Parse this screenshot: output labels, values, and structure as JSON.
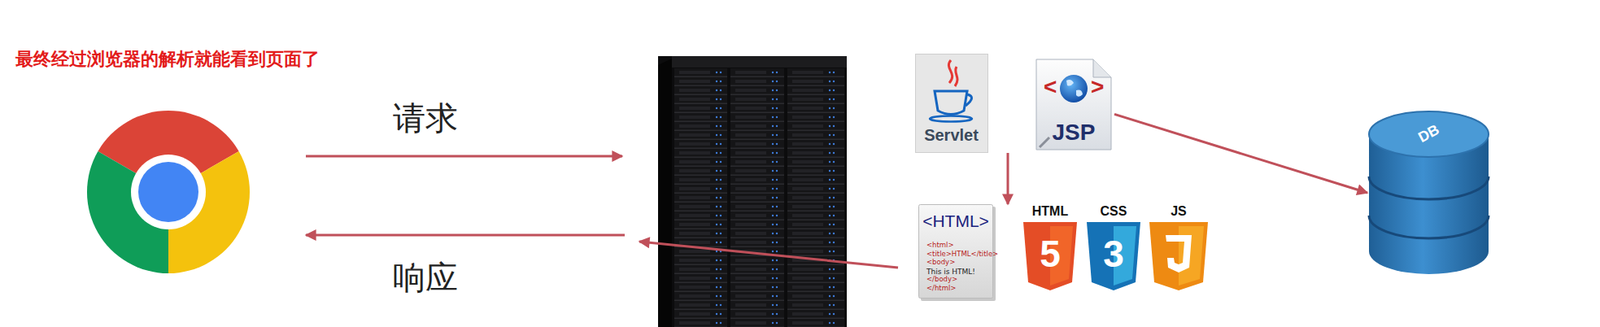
{
  "diagram": {
    "nodes": [
      {
        "text": [
          "Servlet"
        ]
      },
      {
        "text": [
          "<",
          ">",
          "JSP"
        ]
      },
      {
        "text": [
          "<HTML>",
          "<html>",
          "<title>HTML</title>",
          "<body>",
          "This is HTML!",
          "</body>",
          "</html>"
        ]
      },
      {
        "text": [
          "HTML",
          "5"
        ]
      },
      {
        "text": [
          "CSS",
          "3"
        ]
      },
      {
        "text": [
          "JS"
        ]
      },
      {
        "text": [
          "DB"
        ]
      }
    ],
    "edges": [
      {
        "from": 0,
        "to": 2,
        "arrow": "to"
      },
      {
        "from": 1,
        "to": 6,
        "arrow": "to"
      }
    ],
    "labels": [
      "最终经过浏览器的解析就能看到页面了",
      "请求",
      "响应"
    ]
  }
}
